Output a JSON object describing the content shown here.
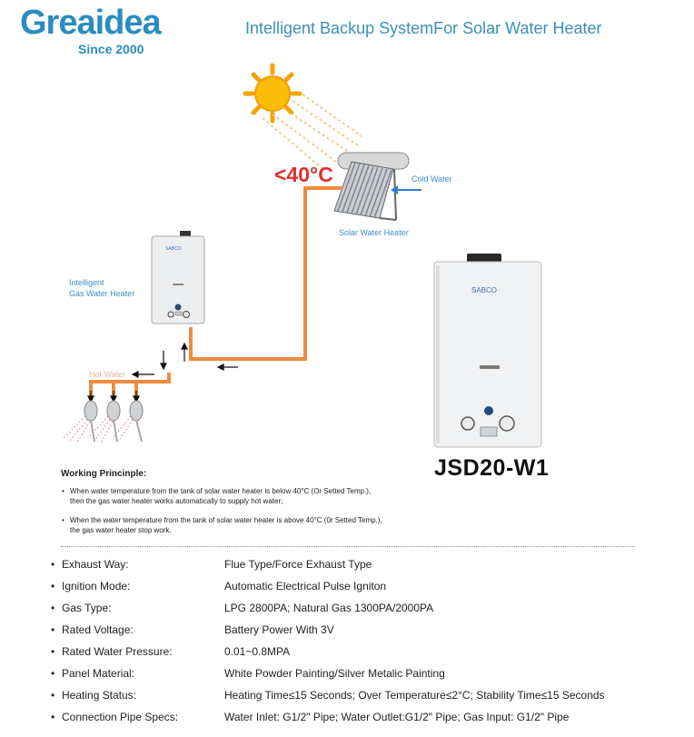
{
  "brand": {
    "name": "Greaidea",
    "since": "Since 2000"
  },
  "title": "Intelligent Backup SystemFor Solar Water Heater",
  "diagram": {
    "temperature": "<40°C",
    "cold_water": "Cold Water",
    "solar_heater": "Solar Water Heater",
    "gas_heater_line1": "Intelligent",
    "gas_heater_line2": "Gas Water Heater",
    "hot_water": "Hot Water",
    "brand_mark": "SABCO"
  },
  "model": "JSD20-W1",
  "working_principle": {
    "title": "Working Princinple:",
    "items": [
      {
        "line1": "When water temperature from the tank of solar water heater is below 40°C (Or Setted Temp.),",
        "line2": "then the gas water heater works automatically to supply hot water;"
      },
      {
        "line1": "When the water temperature from the tank of solar water heater is above 40°C (0r Setted Temp.),",
        "line2": "the gas water heater stop work."
      }
    ]
  },
  "specs": [
    {
      "label": "Exhaust Way:",
      "value": "Flue Type/Force Exhaust Type"
    },
    {
      "label": "Ignition Mode:",
      "value": "Automatic Electrical Pulse Igniton"
    },
    {
      "label": "Gas Type:",
      "value": "LPG 2800PA; Natural Gas 1300PA/2000PA"
    },
    {
      "label": "Rated Voltage:",
      "value": "Battery Power With 3V"
    },
    {
      "label": "Rated Water Pressure:",
      "value": "0.01~0.8MPA"
    },
    {
      "label": "Panel Material:",
      "value": "White Powder Painting/Silver Metalic Painting"
    },
    {
      "label": "Heating Status:",
      "value": "Heating Time≤15 Seconds; Over Temperature≤2°C; Stability Time≤15 Seconds"
    },
    {
      "label": "Connection Pipe Specs:",
      "value": "Water Inlet: G1/2\" Pipe; Water Outlet:G1/2\" Pipe; Gas Input: G1/2\" Pipe"
    }
  ],
  "colors": {
    "accent": "#3a90b8",
    "pipe": "#f08a40",
    "temp": "#e03030",
    "label": "#3a8fc8"
  }
}
